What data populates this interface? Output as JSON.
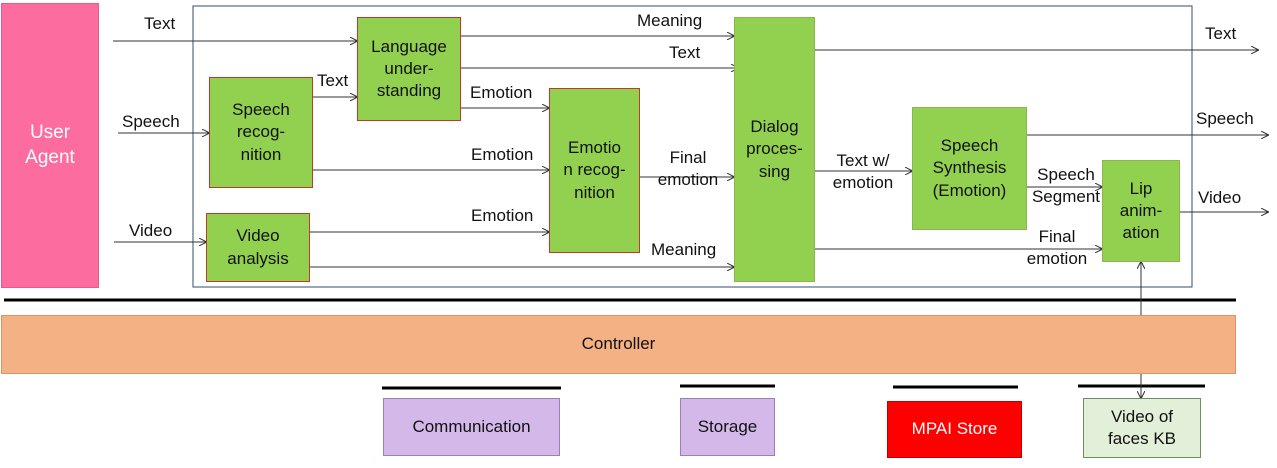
{
  "user_agent": {
    "label": "User\nAgent"
  },
  "modules": {
    "language_understanding": "Language\nunder-\nstanding",
    "speech_recognition": "Speech\nrecog-\nnition",
    "video_analysis": "Video\nanalysis",
    "emotion_recognition": "Emotio\nn recog-\nnition",
    "dialog_processing": "Dialog\nproces-\nsing",
    "speech_synthesis": "Speech\nSynthesis\n(Emotion)",
    "lip_animation": "Lip\nanim-\nation"
  },
  "labels": {
    "in_text": "Text",
    "in_speech": "Speech",
    "in_video": "Video",
    "sr_text": "Text",
    "lu_meaning": "Meaning",
    "lu_text": "Text",
    "lu_emotion": "Emotion",
    "sr_emotion": "Emotion",
    "va_emotion": "Emotion",
    "va_meaning": "Meaning",
    "er_final_emotion": "Final\nemotion",
    "dp_text_w_emotion": "Text w/\nemotion",
    "dp_final_emotion": "Final\nemotion",
    "ss_speech_segment": "Speech\nSegment",
    "out_text": "Text",
    "out_speech": "Speech",
    "out_video": "Video"
  },
  "controller": {
    "label": "Controller"
  },
  "bottom": {
    "communication": "Communication",
    "storage": "Storage",
    "mpai_store": "MPAI Store",
    "video_kb": "Video of\nfaces KB"
  },
  "colors": {
    "user_agent": "#fd6c9e",
    "module": "#92d050",
    "controller": "#f4b183",
    "communication": "#d5b8ea",
    "storage": "#d5b8ea",
    "mpai_store": "#ff0000",
    "video_kb": "#e2f0d9"
  }
}
